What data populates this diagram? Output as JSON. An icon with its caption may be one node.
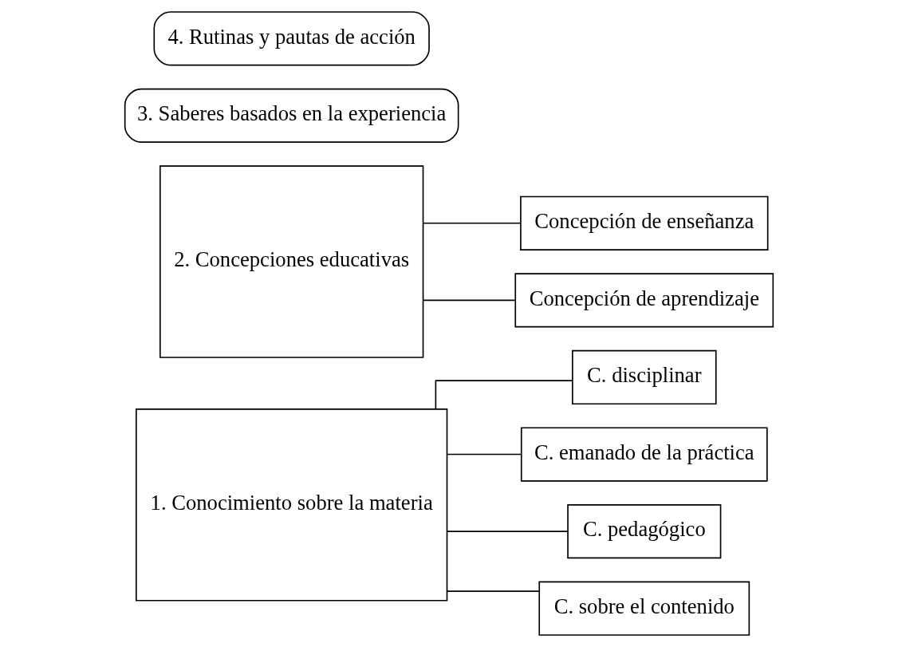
{
  "diagram": {
    "nodes": [
      {
        "text": [
          "1. Conocimiento sobre la materia"
        ]
      },
      {
        "text": [
          "C. disciplinar"
        ]
      },
      {
        "text": [
          "C. emanado de la práctica"
        ]
      },
      {
        "text": [
          "C. pedagógico"
        ]
      },
      {
        "text": [
          "C. sobre el contenido"
        ]
      },
      {
        "text": [
          "2. Concepciones educativas"
        ]
      },
      {
        "text": [
          "Concepción de enseñanza"
        ]
      },
      {
        "text": [
          "Concepción de aprendizaje"
        ]
      },
      {
        "text": [
          "3. Saberes basados en la experiencia"
        ]
      },
      {
        "text": [
          "4. Rutinas y pautas de acción"
        ]
      }
    ],
    "edges": [
      {
        "from": 0,
        "to": 1,
        "arrow": "none"
      },
      {
        "from": 0,
        "to": 2,
        "arrow": "none"
      },
      {
        "from": 0,
        "to": 3,
        "arrow": "none"
      },
      {
        "from": 0,
        "to": 4,
        "arrow": "none"
      },
      {
        "from": 5,
        "to": 6,
        "arrow": "none"
      },
      {
        "from": 5,
        "to": 7,
        "arrow": "none"
      }
    ]
  }
}
